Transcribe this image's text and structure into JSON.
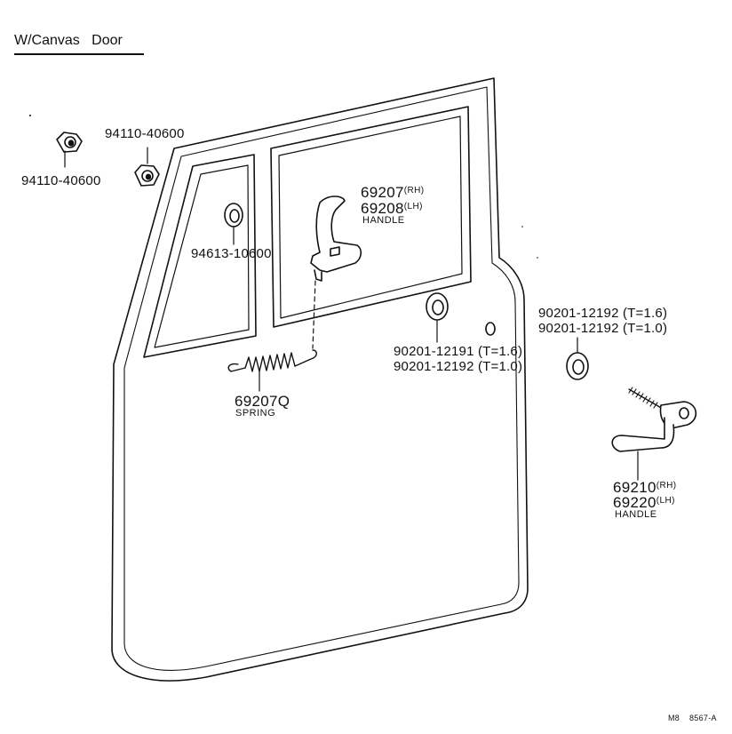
{
  "title": "W/Canvas   Door",
  "labels": {
    "nut_top": "94110-40600",
    "nut_left": "94110-40600",
    "washer_window": "94613-10600",
    "inside_handle_rh": "69207",
    "inside_handle_rh_side": "(RH)",
    "inside_handle_lh": "69208",
    "inside_handle_lh_side": "(LH)",
    "inside_handle_name": "HANDLE",
    "spring_part": "69207Q",
    "spring_name": "SPRING",
    "washer_inner_1": "90201-12191 (T=1.6)",
    "washer_inner_2": "90201-12192 (T=1.0)",
    "washer_outer_1": "90201-12192 (T=1.6)",
    "washer_outer_2": "90201-12192 (T=1.0)",
    "outside_handle_rh": "69210",
    "outside_handle_rh_side": "(RH)",
    "outside_handle_lh": "69220",
    "outside_handle_lh_side": "(LH)",
    "outside_handle_name": "HANDLE"
  },
  "footer": {
    "code_left": "M8",
    "code_right": "8567-A"
  }
}
